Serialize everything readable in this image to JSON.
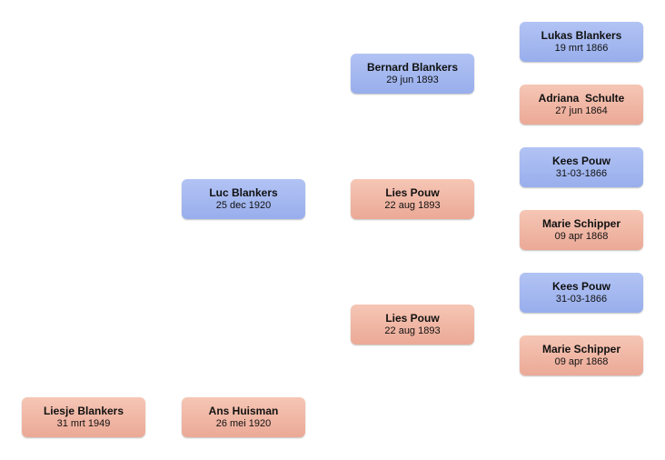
{
  "people": [
    {
      "name": "Liesje Blankers",
      "date": "31 mrt 1949",
      "gender": "female"
    },
    {
      "name": "Luc Blankers",
      "date": "25 dec 1920",
      "gender": "male"
    },
    {
      "name": "Ans Huisman",
      "date": "26 mei 1920",
      "gender": "female"
    },
    {
      "name": "Bernard Blankers",
      "date": "29 jun 1893",
      "gender": "male"
    },
    {
      "name": "Lies Pouw",
      "date": "22 aug 1893",
      "gender": "female"
    },
    {
      "name": "Lies Pouw",
      "date": "22 aug 1893",
      "gender": "female"
    },
    {
      "name": "Lukas Blankers",
      "date": "19 mrt 1866",
      "gender": "male"
    },
    {
      "name": "Adriana  Schulte",
      "date": "27 jun 1864",
      "gender": "female"
    },
    {
      "name": "Kees Pouw",
      "date": "31-03-1866",
      "gender": "male"
    },
    {
      "name": "Marie Schipper",
      "date": "09 apr 1868",
      "gender": "female"
    },
    {
      "name": "Kees Pouw",
      "date": "31-03-1866",
      "gender": "male"
    },
    {
      "name": "Marie Schipper",
      "date": "09 apr 1868",
      "gender": "female"
    }
  ],
  "colors": {
    "male": "#a5b8f0",
    "female": "#f0b6a3"
  }
}
